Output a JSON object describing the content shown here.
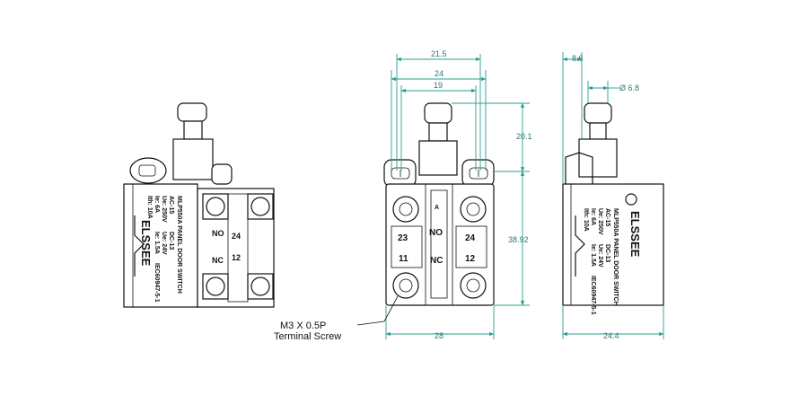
{
  "colors": {
    "line": "#111111",
    "dimension": "#2a9d8f"
  },
  "brand": "ELSSEE",
  "switch_text": {
    "model": "MLP550A PANEL DOOR SWITCH",
    "ratings_ac": "AC-15",
    "ratings_dc": "DC-13",
    "ue_ac": "Ue: 250V",
    "ue_dc": "Ue: 24V",
    "ie_ac": "Ie: 6A",
    "ie_dc": "Ie: 1.5A",
    "ith": "Ith: 10A",
    "standard": "IEC60947-5-1"
  },
  "contacts": {
    "no_label": "NO",
    "nc_label": "NC",
    "t23": "23",
    "t24": "24",
    "t11": "11",
    "t12": "12",
    "arrow": "A"
  },
  "dimensions": {
    "d215": "21.5",
    "d24": "24",
    "d19": "19",
    "d201": "20.1",
    "d3892": "38.92",
    "d28": "28",
    "d86": "8.6",
    "d68": "Ø 6.8",
    "d244": "24.4"
  },
  "callout": {
    "line1": "M3 X 0.5P",
    "line2": "Terminal Screw"
  }
}
